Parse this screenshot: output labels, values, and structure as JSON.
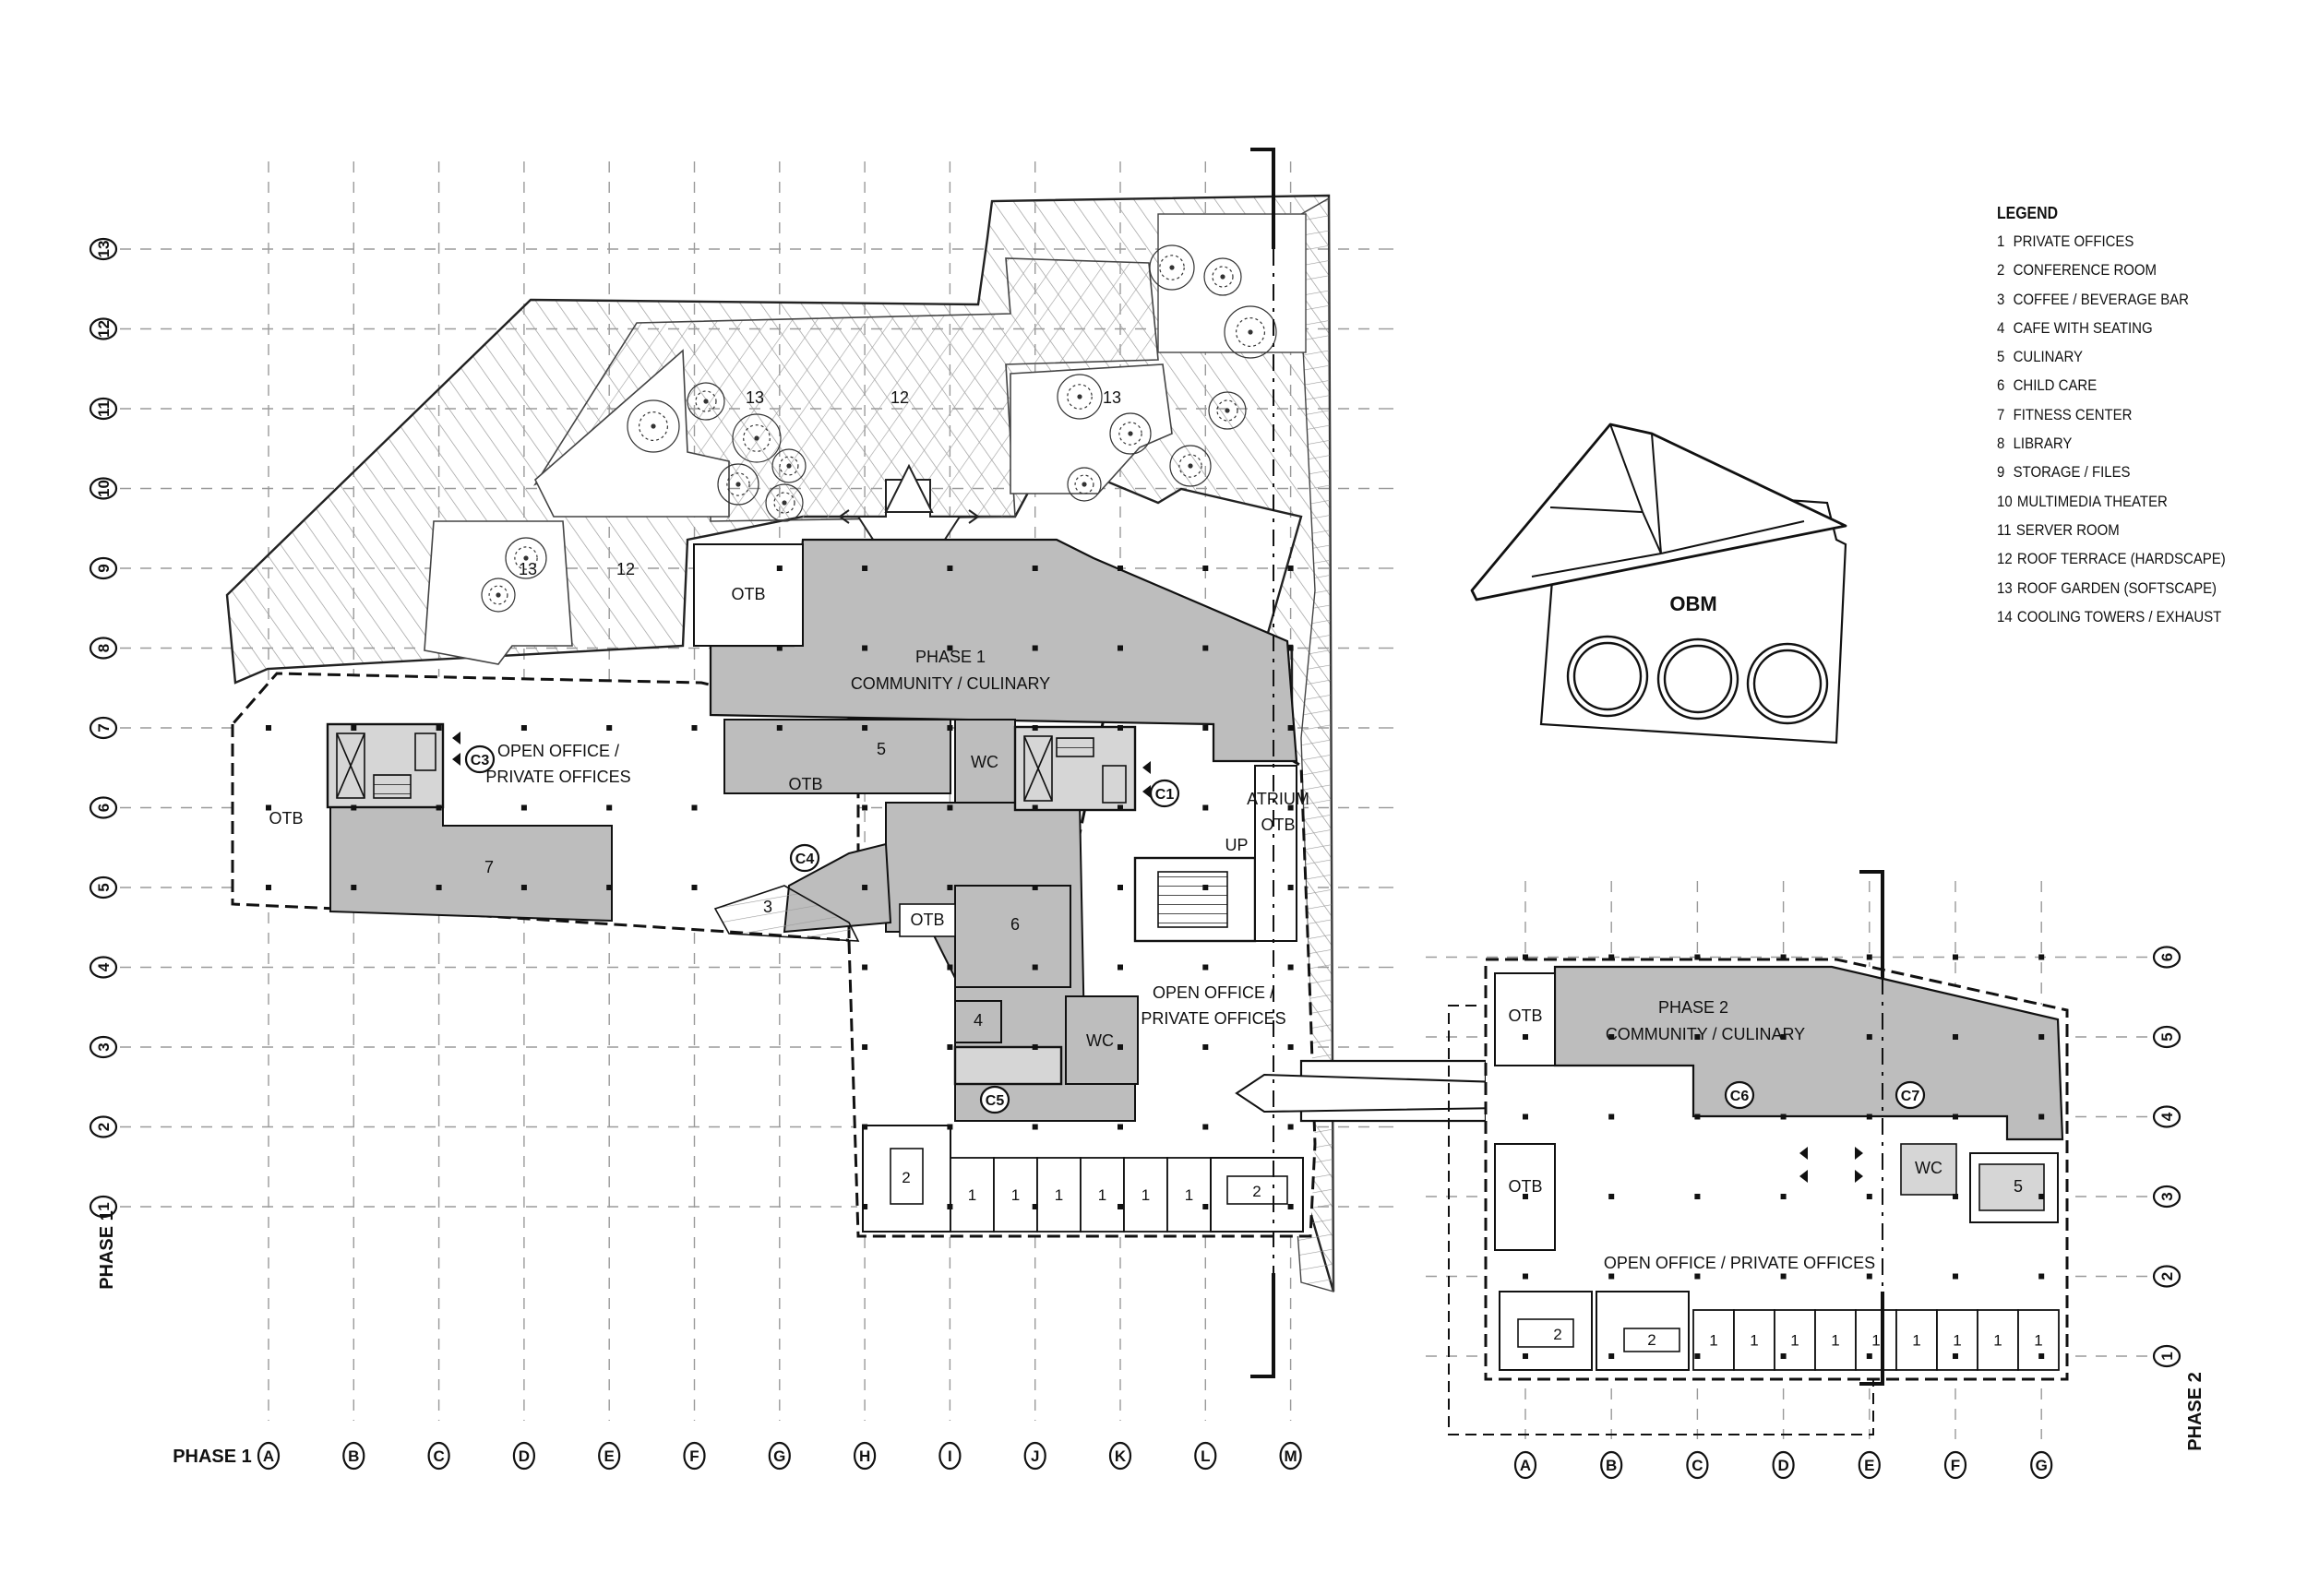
{
  "grid": {
    "phase1": {
      "label": "PHASE 1",
      "columns": [
        "A",
        "B",
        "C",
        "D",
        "E",
        "F",
        "G",
        "H",
        "I",
        "J",
        "K",
        "L",
        "M"
      ],
      "rows": [
        "1",
        "2",
        "3",
        "4",
        "5",
        "6",
        "7",
        "8",
        "9",
        "10",
        "11",
        "12",
        "13"
      ]
    },
    "phase2": {
      "label": "PHASE 2",
      "columns": [
        "A",
        "B",
        "C",
        "D",
        "E",
        "F",
        "G"
      ],
      "rows": [
        "1",
        "2",
        "3",
        "4",
        "5",
        "6"
      ]
    }
  },
  "legend": {
    "title": "LEGEND",
    "items": [
      {
        "n": "1",
        "label": "PRIVATE OFFICES"
      },
      {
        "n": "2",
        "label": "CONFERENCE ROOM"
      },
      {
        "n": "3",
        "label": "COFFEE / BEVERAGE BAR"
      },
      {
        "n": "4",
        "label": "CAFE WITH SEATING"
      },
      {
        "n": "5",
        "label": "CULINARY"
      },
      {
        "n": "6",
        "label": "CHILD CARE"
      },
      {
        "n": "7",
        "label": "FITNESS CENTER"
      },
      {
        "n": "8",
        "label": "LIBRARY"
      },
      {
        "n": "9",
        "label": "STORAGE / FILES"
      },
      {
        "n": "10",
        "label": "MULTIMEDIA THEATER"
      },
      {
        "n": "11",
        "label": "SERVER ROOM"
      },
      {
        "n": "12",
        "label": "ROOF TERRACE (HARDSCAPE)"
      },
      {
        "n": "13",
        "label": "ROOF GARDEN (SOFTSCAPE)"
      },
      {
        "n": "14",
        "label": "COOLING TOWERS / EXHAUST"
      }
    ]
  },
  "labels": {
    "phase1_title": "PHASE 1",
    "phase1_sub": "COMMUNITY / CULINARY",
    "phase2_title": "PHASE 2",
    "phase2_sub": "COMMUNITY / CULINARY",
    "open_office_line1": "OPEN OFFICE /",
    "open_office_line2": "PRIVATE OFFICES",
    "open_office_p2": "OPEN OFFICE / PRIVATE OFFICES",
    "otb": "OTB",
    "atrium": "ATRIUM",
    "wc": "WC",
    "up": "UP",
    "obm": "OBM"
  },
  "cores": [
    "C1",
    "C3",
    "C4",
    "C5",
    "C6",
    "C7"
  ],
  "room_numbers": {
    "roof_terrace": "12",
    "roof_garden": "13",
    "culinary": "5",
    "fitness": "7",
    "child_care": "6",
    "cafe": "4",
    "coffee": "3",
    "conference": "2",
    "private_office": "1"
  },
  "colors": {
    "ink": "#111111",
    "grid": "#9a9a9a",
    "community_fill": "#bdbdbd",
    "core_fill": "#d6d6d6",
    "paper": "#ffffff"
  }
}
